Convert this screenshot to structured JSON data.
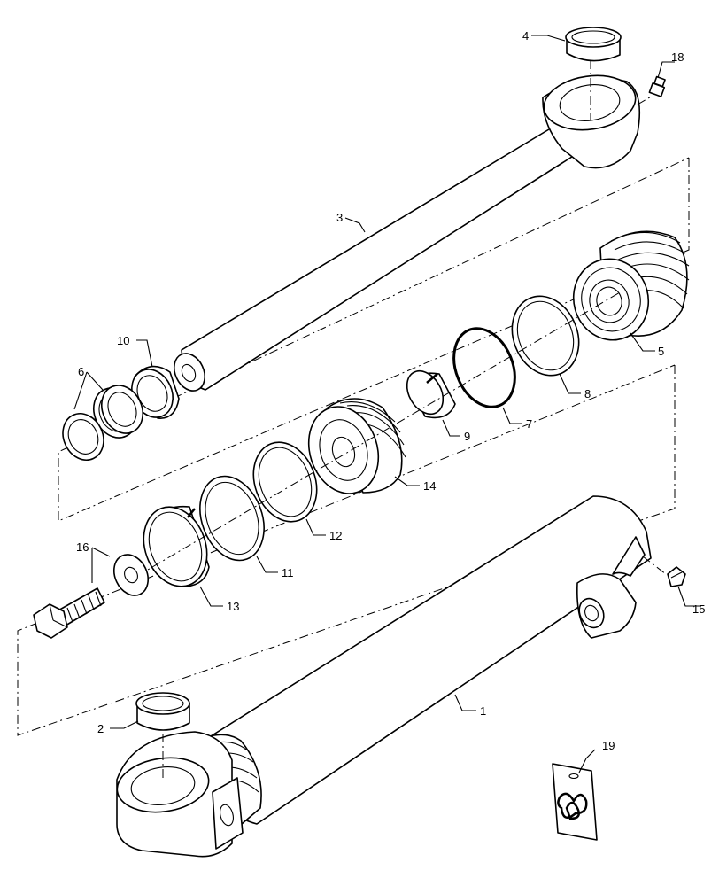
{
  "callouts": {
    "c1": "1",
    "c2": "2",
    "c3": "3",
    "c4": "4",
    "c5": "5",
    "c6": "6",
    "c7": "7",
    "c8": "8",
    "c9": "9",
    "c10": "10",
    "c11": "11",
    "c12": "12",
    "c13": "13",
    "c14": "14",
    "c15": "15",
    "c16": "16",
    "c18": "18",
    "c19": "19"
  },
  "icons": [
    "cylinder-barrel",
    "bushing",
    "piston-rod",
    "rod-bushing",
    "gland",
    "rod-seal",
    "o-ring",
    "backup-ring",
    "spacer",
    "wiper",
    "wear-ring",
    "seal-ring",
    "piston-seal",
    "piston",
    "plug",
    "washer",
    "bolt",
    "grease-fitting",
    "seal-kit-bag"
  ]
}
